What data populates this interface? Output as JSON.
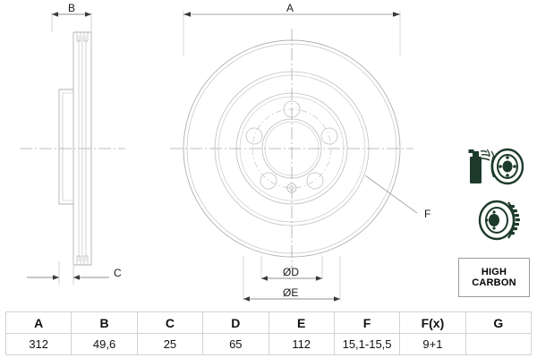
{
  "drawing": {
    "title_labels": {
      "a": "A",
      "b": "B",
      "c": "C",
      "f": "F",
      "diameter_d": "ØD",
      "diameter_e": "ØE"
    }
  },
  "features": {
    "coating_icon_name": "coated-disc-icon",
    "vented_icon_name": "vented-disc-icon",
    "badge": {
      "line1": "HIGH",
      "line2": "CARBON"
    }
  },
  "table": {
    "headers": [
      "A",
      "B",
      "C",
      "D",
      "E",
      "F",
      "F(x)",
      "G"
    ],
    "values": [
      "312",
      "49,6",
      "25",
      "65",
      "112",
      "15,1-15,5",
      "9+1",
      ""
    ]
  },
  "colors": {
    "line": "#b0b0b0",
    "line_dark": "#8a8a8a",
    "centerline": "#a8a8a8",
    "text": "#1a1a1a",
    "icon_dark": "#1d3a2a",
    "table_border": "#d2d2d2",
    "background": "#ffffff"
  }
}
